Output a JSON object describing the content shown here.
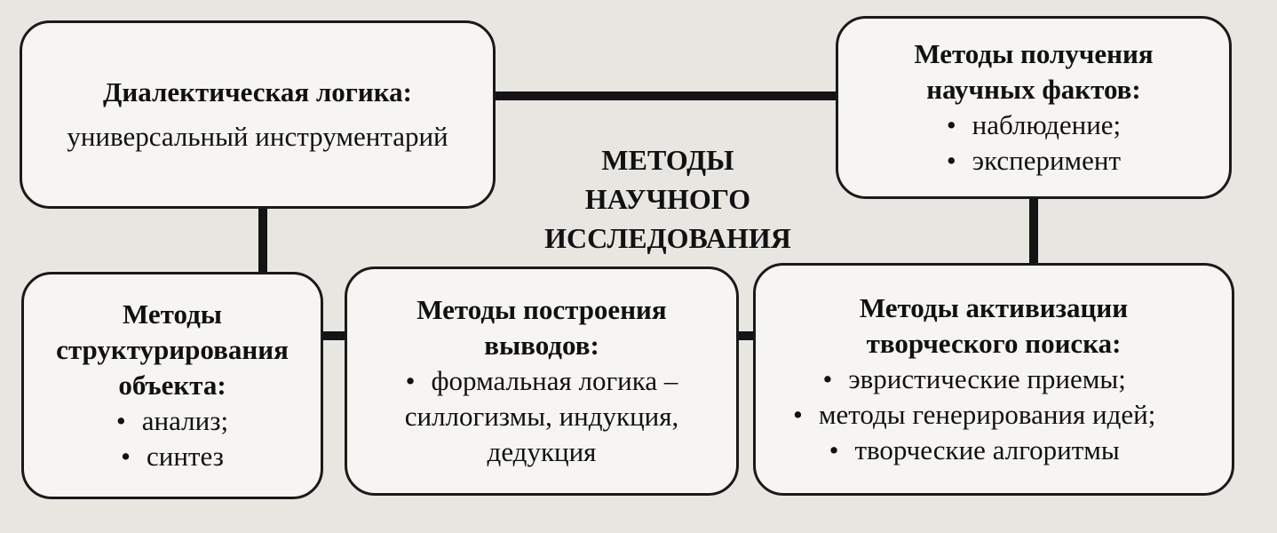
{
  "center_title": [
    "МЕТОДЫ",
    "НАУЧНОГО",
    "ИССЛЕДОВАНИЯ"
  ],
  "box_dialectic": {
    "title": "Диалектическая логика:",
    "subtitle": "универсальный инструментарий"
  },
  "box_facts": {
    "title": [
      "Методы получения",
      "научных фактов:"
    ],
    "items": [
      "наблюдение;",
      "эксперимент"
    ]
  },
  "box_structuring": {
    "title": [
      "Методы",
      "структурирования",
      "объекта:"
    ],
    "items": [
      "анализ;",
      "синтез"
    ]
  },
  "box_conclusions": {
    "title": [
      "Методы построения",
      "выводов:"
    ],
    "items": [
      "формальная логика –"
    ],
    "continuation": [
      "силлогизмы, индукция,",
      "дедукция"
    ]
  },
  "box_creative": {
    "title": [
      "Методы активизации",
      "творческого поиска:"
    ],
    "items": [
      "эвристические приемы;",
      "методы генерирования идей;",
      "творческие алгоритмы"
    ]
  }
}
